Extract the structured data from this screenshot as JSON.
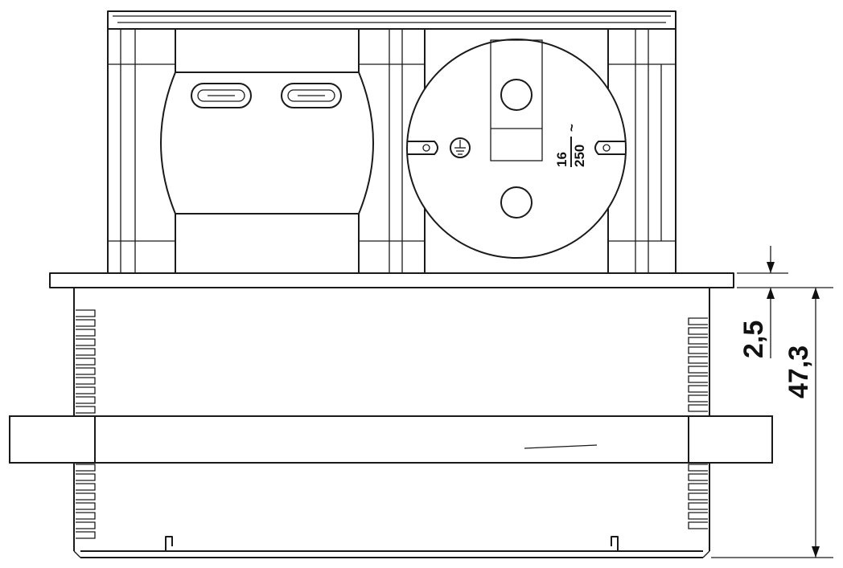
{
  "dimensions": {
    "flange_thickness": "2,5",
    "total_depth": "47,3"
  },
  "socket_rating": {
    "current": "16",
    "voltage": "250",
    "ac_symbol": "~"
  },
  "components": {
    "usb_ports": [
      "usb-c-port",
      "usb-c-port"
    ],
    "socket_type": "schuko-socket",
    "earth_symbol": "earth-ground-icon"
  }
}
